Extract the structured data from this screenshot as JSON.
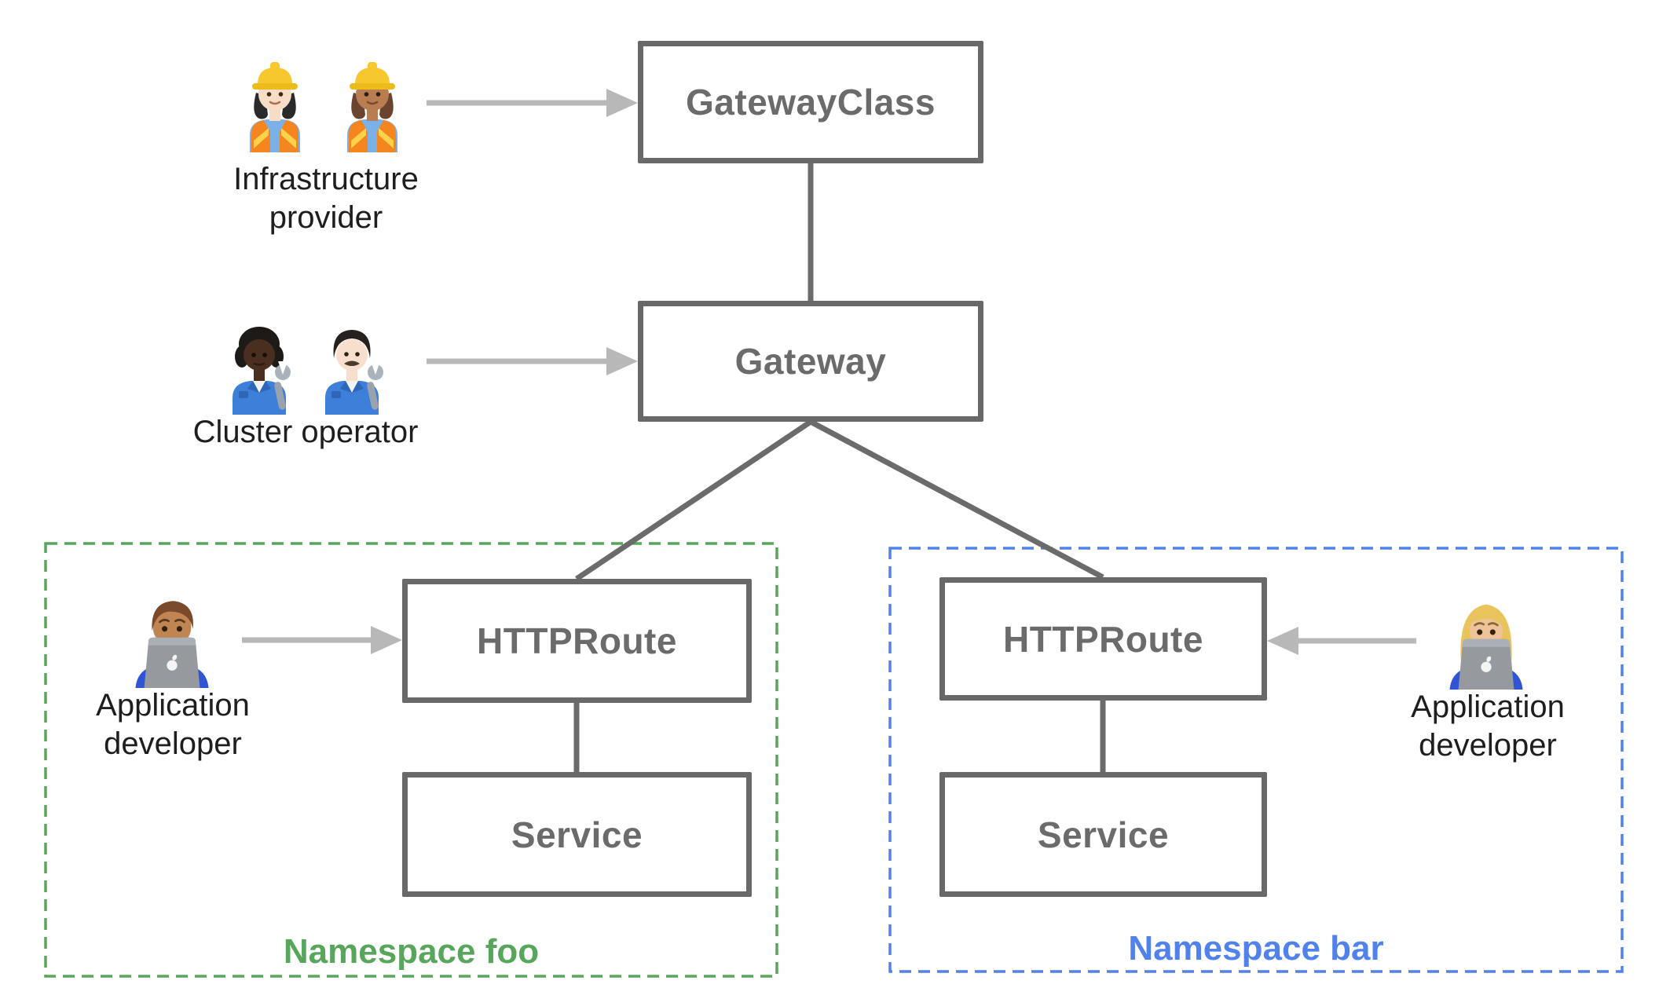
{
  "nodes": {
    "gatewayclass": {
      "label": "GatewayClass"
    },
    "gateway": {
      "label": "Gateway"
    },
    "httproute_foo": {
      "label": "HTTPRoute"
    },
    "service_foo": {
      "label": "Service"
    },
    "httproute_bar": {
      "label": "HTTPRoute"
    },
    "service_bar": {
      "label": "Service"
    }
  },
  "personas": {
    "infrastructure_provider": {
      "label": "Infrastructure provider",
      "icons": [
        "woman-construction-worker-light-skin-emoji",
        "woman-construction-worker-medium-skin-emoji"
      ]
    },
    "cluster_operator": {
      "label": "Cluster operator",
      "icons": [
        "mechanic-dark-skin-emoji",
        "man-mechanic-light-skin-emoji"
      ]
    },
    "app_developer_foo": {
      "label": "Application developer",
      "icons": [
        "man-technologist-medium-skin-emoji"
      ]
    },
    "app_developer_bar": {
      "label": "Application developer",
      "icons": [
        "woman-technologist-medium-light-skin-emoji"
      ]
    }
  },
  "namespaces": {
    "foo": {
      "label": "Namespace foo",
      "color": "#57a65c"
    },
    "bar": {
      "label": "Namespace bar",
      "color": "#5182ec"
    }
  },
  "colors": {
    "node_border": "#696969",
    "node_text": "#6b6b6b",
    "connector": "#6b6b6b",
    "arrow": "#b8b8b8",
    "persona_text": "#1e1e1f",
    "background": "#ffffff"
  }
}
